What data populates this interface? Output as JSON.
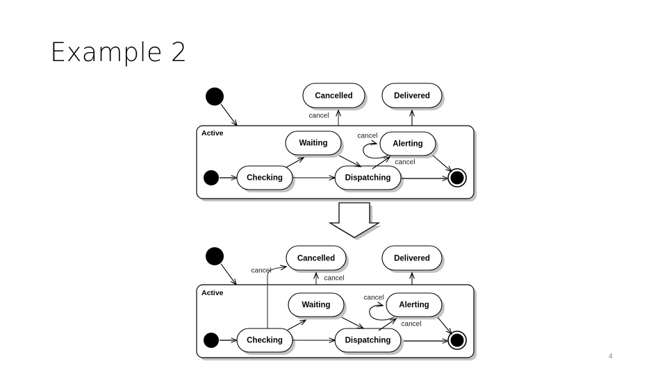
{
  "slide": {
    "title": "Example 2",
    "page_number": "4",
    "background_color": "#ffffff",
    "title_color": "#000000",
    "page_number_color": "#808080"
  },
  "figure": {
    "name": "uml-state-machine-refinement",
    "description": "Two UML state machine diagrams stacked vertically, linked by a large downward block arrow showing a refinement step.",
    "transform_arrow": {
      "label": "",
      "direction": "down"
    },
    "diagrams": [
      {
        "id": "before",
        "position": "top",
        "composite_state": {
          "label": "Active"
        },
        "states": [
          {
            "id": "cancelled",
            "label": "Cancelled",
            "scope": "outer"
          },
          {
            "id": "delivered",
            "label": "Delivered",
            "scope": "outer"
          },
          {
            "id": "waiting",
            "label": "Waiting",
            "scope": "inner"
          },
          {
            "id": "alerting",
            "label": "Alerting",
            "scope": "inner"
          },
          {
            "id": "checking",
            "label": "Checking",
            "scope": "inner"
          },
          {
            "id": "dispatching",
            "label": "Dispatching",
            "scope": "inner"
          }
        ],
        "pseudostates": [
          {
            "id": "initial-outer",
            "kind": "initial",
            "scope": "outer"
          },
          {
            "id": "initial-inner",
            "kind": "initial",
            "scope": "inner"
          },
          {
            "id": "final-inner",
            "kind": "final",
            "scope": "inner"
          }
        ],
        "transitions": [
          {
            "from": "initial-outer",
            "to": "active",
            "label": ""
          },
          {
            "from": "active",
            "to": "cancelled",
            "label": "cancel"
          },
          {
            "from": "active",
            "to": "delivered",
            "label": ""
          },
          {
            "from": "initial-inner",
            "to": "checking",
            "label": ""
          },
          {
            "from": "checking",
            "to": "waiting",
            "label": ""
          },
          {
            "from": "checking",
            "to": "dispatching",
            "label": ""
          },
          {
            "from": "waiting",
            "to": "dispatching",
            "label": ""
          },
          {
            "from": "dispatching",
            "to": "alerting",
            "label": "cancel"
          },
          {
            "from": "alerting",
            "to": "alerting",
            "label": "cancel"
          },
          {
            "from": "alerting",
            "to": "final-inner",
            "label": ""
          },
          {
            "from": "dispatching",
            "to": "final-inner",
            "label": ""
          }
        ]
      },
      {
        "id": "after",
        "position": "bottom",
        "composite_state": {
          "label": "Active"
        },
        "states": [
          {
            "id": "cancelled",
            "label": "Cancelled",
            "scope": "outer"
          },
          {
            "id": "delivered",
            "label": "Delivered",
            "scope": "outer"
          },
          {
            "id": "waiting",
            "label": "Waiting",
            "scope": "inner"
          },
          {
            "id": "alerting",
            "label": "Alerting",
            "scope": "inner"
          },
          {
            "id": "checking",
            "label": "Checking",
            "scope": "inner"
          },
          {
            "id": "dispatching",
            "label": "Dispatching",
            "scope": "inner"
          }
        ],
        "pseudostates": [
          {
            "id": "initial-outer",
            "kind": "initial",
            "scope": "outer"
          },
          {
            "id": "initial-inner",
            "kind": "initial",
            "scope": "inner"
          },
          {
            "id": "final-inner",
            "kind": "final",
            "scope": "inner"
          }
        ],
        "transitions": [
          {
            "from": "initial-outer",
            "to": "active",
            "label": ""
          },
          {
            "from": "checking",
            "to": "cancelled",
            "label": "cancel"
          },
          {
            "from": "active",
            "to": "cancelled",
            "label": "cancel"
          },
          {
            "from": "active",
            "to": "delivered",
            "label": ""
          },
          {
            "from": "initial-inner",
            "to": "checking",
            "label": ""
          },
          {
            "from": "checking",
            "to": "waiting",
            "label": ""
          },
          {
            "from": "checking",
            "to": "dispatching",
            "label": ""
          },
          {
            "from": "waiting",
            "to": "dispatching",
            "label": ""
          },
          {
            "from": "dispatching",
            "to": "alerting",
            "label": "cancel"
          },
          {
            "from": "alerting",
            "to": "alerting",
            "label": "cancel"
          },
          {
            "from": "alerting",
            "to": "final-inner",
            "label": ""
          },
          {
            "from": "dispatching",
            "to": "final-inner",
            "label": ""
          }
        ]
      }
    ]
  },
  "labels": {
    "cancelled": "Cancelled",
    "delivered": "Delivered",
    "active": "Active",
    "waiting": "Waiting",
    "alerting": "Alerting",
    "checking": "Checking",
    "dispatching": "Dispatching",
    "cancel": "cancel"
  }
}
